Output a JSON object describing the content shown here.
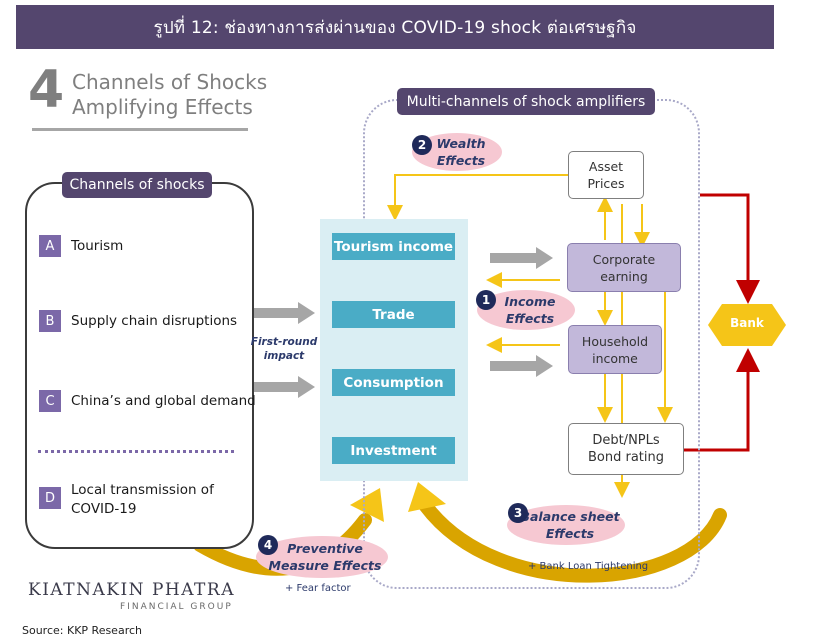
{
  "banner": {
    "title": "รูปที่ 12: ช่องทางการส่งผ่านของ COVID-19 shock ต่อเศรษฐกิจ"
  },
  "heading": {
    "number": "4",
    "line1": "Channels of Shocks",
    "line2": "Amplifying Effects"
  },
  "channels": {
    "title": "Channels of shocks",
    "items": [
      {
        "letter": "A",
        "label": "Tourism"
      },
      {
        "letter": "B",
        "label": "Supply chain disruptions"
      },
      {
        "letter": "C",
        "label": "China’s and global demand"
      },
      {
        "letter": "D",
        "label_line1": "Local transmission of",
        "label_line2": "COVID-19"
      }
    ]
  },
  "first_round": {
    "line1": "First-round",
    "line2": "impact"
  },
  "components": [
    "Tourism income",
    "Trade",
    "Consumption",
    "Investment"
  ],
  "multichannel": {
    "title": "Multi-channels of shock amplifiers",
    "nodes": {
      "asset_prices": {
        "line1": "Asset",
        "line2": "Prices"
      },
      "corporate_earning": {
        "line1": "Corporate",
        "line2": "earning"
      },
      "household_income": {
        "line1": "Household",
        "line2": "income"
      },
      "debt": {
        "line1": "Debt/NPLs",
        "line2": "Bond rating"
      },
      "bank": "Bank"
    }
  },
  "effects": [
    {
      "number": "1",
      "line1": "Income",
      "line2": "Effects"
    },
    {
      "number": "2",
      "line1": "Wealth",
      "line2": "Effects"
    },
    {
      "number": "3",
      "line1": "Balance sheet",
      "line2": "Effects"
    },
    {
      "number": "4",
      "line1": "Preventive",
      "line2": "Measure Effects"
    }
  ],
  "notes": {
    "bank_loan": "+ Bank Loan Tightening",
    "fear": "+ Fear factor"
  },
  "logo": {
    "main": "KIATNAKIN PHATRA",
    "sub": "FINANCIAL GROUP"
  },
  "source": "Source: KKP Research",
  "colors": {
    "banner": "#54466e",
    "component_box": "#4aacc6",
    "component_bg": "#daeef3",
    "node_purple": "#c2b8da",
    "effect_ellipse": "#f6c8d2",
    "flow_arrow": "#f5c518",
    "bank_arrow": "#c00000",
    "bank_fill": "#f5c518"
  }
}
